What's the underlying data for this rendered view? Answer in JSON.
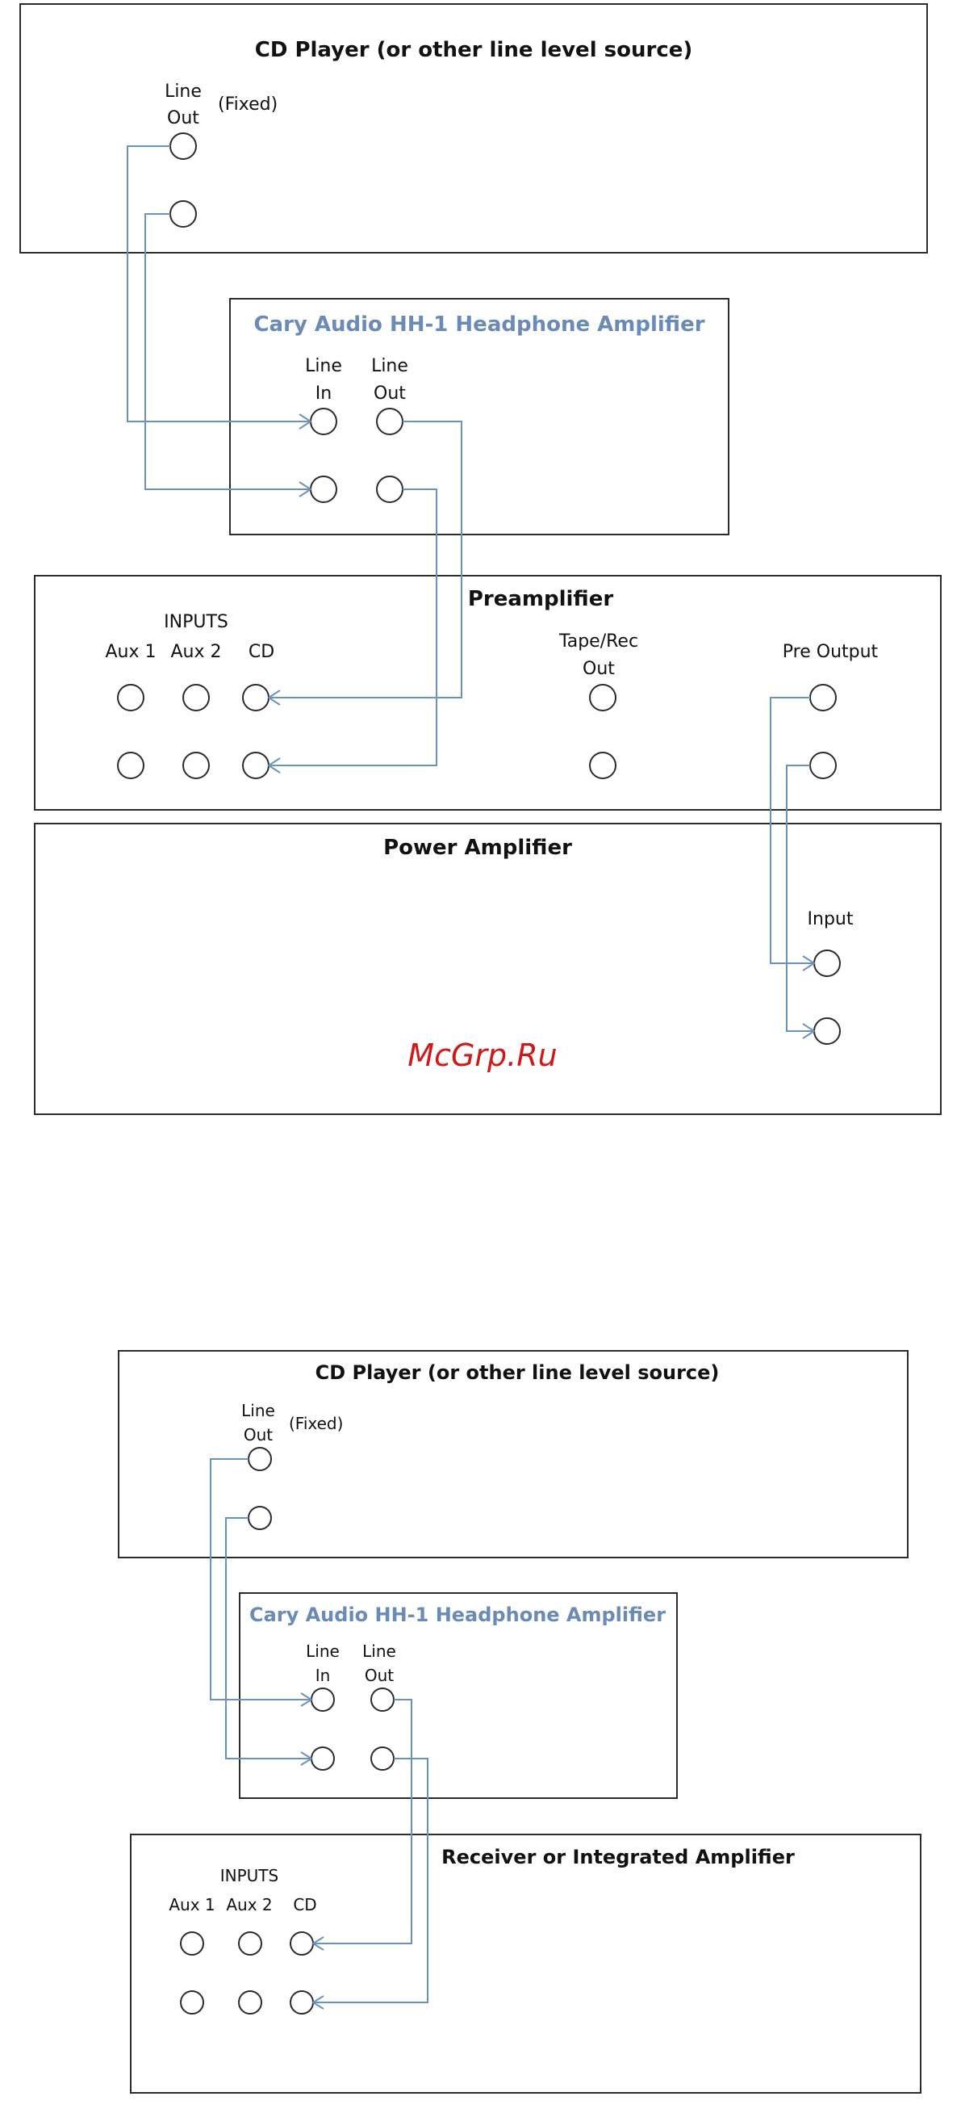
{
  "diagram1": {
    "cd_player": {
      "title": "CD Player (or other line level source)",
      "line_out_line1": "Line",
      "line_out_line2": "Out",
      "fixed": "(Fixed)"
    },
    "headphone_amp": {
      "title": "Cary Audio HH-1 Headphone Amplifier",
      "line_in_line1": "Line",
      "line_in_line2": "In",
      "line_out_line1": "Line",
      "line_out_line2": "Out"
    },
    "preamp": {
      "title": "Preamplifier",
      "inputs": "INPUTS",
      "aux1": "Aux 1",
      "aux2": "Aux 2",
      "cd": "CD",
      "tape_line1": "Tape/Rec",
      "tape_line2": "Out",
      "pre_output": "Pre Output"
    },
    "power_amp": {
      "title": "Power Amplifier",
      "input": "Input"
    }
  },
  "watermark": "McGrp.Ru",
  "diagram2": {
    "cd_player": {
      "title": "CD Player (or other line level source)",
      "line_out_line1": "Line",
      "line_out_line2": "Out",
      "fixed": "(Fixed)"
    },
    "headphone_amp": {
      "title": "Cary Audio HH-1 Headphone Amplifier",
      "line_in_line1": "Line",
      "line_in_line2": "In",
      "line_out_line1": "Line",
      "line_out_line2": "Out"
    },
    "receiver": {
      "title": "Receiver or Integrated Amplifier",
      "inputs": "INPUTS",
      "aux1": "Aux 1",
      "aux2": "Aux 2",
      "cd": "CD"
    }
  },
  "colors": {
    "cable": "#6a92c0",
    "headphone_title": "#6a8ab8",
    "watermark": "#d01818",
    "outline": "#2b2b2b"
  }
}
